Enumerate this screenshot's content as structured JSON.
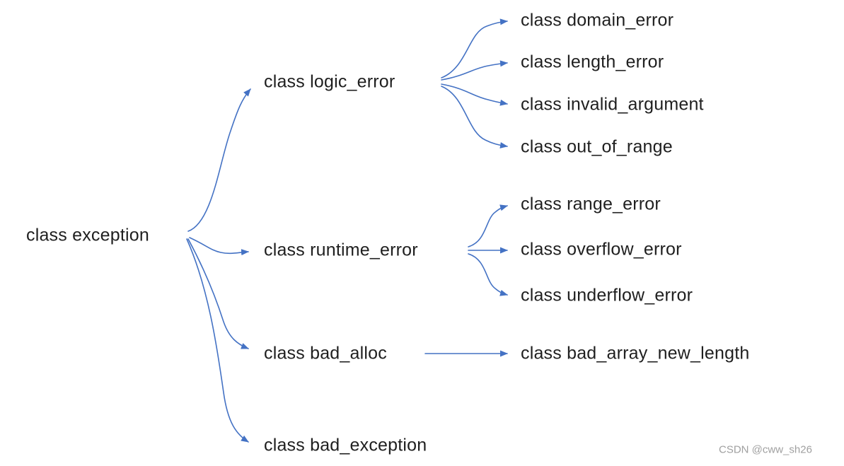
{
  "diagram": {
    "type": "tree",
    "nodes": {
      "exception": "class exception",
      "logic_error": "class logic_error",
      "domain_error": "class domain_error",
      "length_error": "class length_error",
      "invalid_argument": "class invalid_argument",
      "out_of_range": "class out_of_range",
      "runtime_error": "class runtime_error",
      "range_error": "class range_error",
      "overflow_error": "class overflow_error",
      "underflow_error": "class underflow_error",
      "bad_alloc": "class bad_alloc",
      "bad_array_new_length": "class bad_array_new_length",
      "bad_exception": "class bad_exception"
    },
    "edges": [
      {
        "from": "class exception",
        "to": "class logic_error"
      },
      {
        "from": "class exception",
        "to": "class runtime_error"
      },
      {
        "from": "class exception",
        "to": "class bad_alloc"
      },
      {
        "from": "class exception",
        "to": "class bad_exception"
      },
      {
        "from": "class logic_error",
        "to": "class domain_error"
      },
      {
        "from": "class logic_error",
        "to": "class length_error"
      },
      {
        "from": "class logic_error",
        "to": "class invalid_argument"
      },
      {
        "from": "class logic_error",
        "to": "class out_of_range"
      },
      {
        "from": "class runtime_error",
        "to": "class range_error"
      },
      {
        "from": "class runtime_error",
        "to": "class overflow_error"
      },
      {
        "from": "class runtime_error",
        "to": "class underflow_error"
      },
      {
        "from": "class bad_alloc",
        "to": "class bad_array_new_length"
      }
    ]
  },
  "watermark": "CSDN @cww_sh26",
  "colors": {
    "arrow": "#4472C4",
    "text": "#1f1f1f",
    "watermark": "#a0a0a0"
  }
}
